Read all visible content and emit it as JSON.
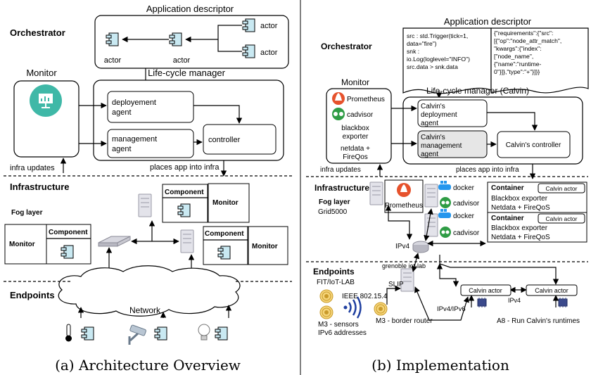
{
  "colors": {
    "component": "#c9e9f2",
    "monitor_circle": "#3fb8a7",
    "prometheus": "#e6522c",
    "cadvisor": "#2f9c45",
    "server": "#d7d7df",
    "chip": "#3b4a8c"
  },
  "icons": [
    "component-icon",
    "monitor-screen-icon",
    "server-icon",
    "switch-icon",
    "router-icon",
    "thermometer-icon",
    "security-camera-icon",
    "lightbulb-icon",
    "sensor-node-icon",
    "wireless-signal-icon",
    "prometheus-icon",
    "cadvisor-icon",
    "docker-icon",
    "chip-icon",
    "cloud-icon"
  ],
  "a": {
    "caption": "(a) Architecture Overview",
    "orchestrator": "Orchestrator",
    "app_descriptor": "Application descriptor",
    "actor": "actor",
    "monitor": "Monitor",
    "lifecycle": "Life-cycle manager",
    "deploy_l1": "deployement",
    "deploy_l2": "agent",
    "manage_l1": "management",
    "manage_l2": "agent",
    "controller": "controller",
    "infra_updates": "infra updates",
    "places": "places app into infra",
    "infrastructure": "Infrastructure",
    "fog_layer": "Fog layer",
    "component": "Component",
    "network": "Network",
    "endpoints": "Endpoints"
  },
  "b": {
    "caption": "(b) Implementation",
    "orchestrator": "Orchestrator",
    "app_descriptor": "Application descriptor",
    "code_left": [
      "src : std.Trigger(tick=1,",
      "data=\"fire\")",
      "snk :",
      "io.Log(loglevel=\"INFO\")",
      "src.data > snk.data"
    ],
    "code_right": [
      "{\"requirements\":{\"src\":",
      "[{\"op\":\"node_attr_match\",",
      "\"kwargs\":{\"index\":",
      "[\"node_name\",",
      "{\"name\":\"runtime-",
      "0\"}]},\"type\":\"+\"}]}}"
    ],
    "monitor": "Monitor",
    "prometheus": "Prometheus",
    "cadvisor": "cadvisor",
    "blackbox_l1": "blackbox",
    "blackbox_l2": "exporter",
    "netdata_l1": "netdata +",
    "netdata_l2": "FireQos",
    "lifecycle": "Life-cycle manager (Calvin)",
    "deploy": [
      "Calvin's",
      "deployment",
      "agent"
    ],
    "manage": [
      "Calvin's",
      "management",
      "agent"
    ],
    "controller": "Calvin's controller",
    "infra_updates": "infra updates",
    "places": "places app into infra",
    "infrastructure": "Infrastructure",
    "fog_layer": "Fog layer",
    "grid5000": "Grid5000",
    "docker": "docker",
    "container": "Container",
    "calvin_actor": "Calvin actor",
    "blackbox_exporter": "Blackbox exporter",
    "netdata_fireqos": "Netdata + FireQoS",
    "ipv4": "IPv4",
    "grenoble": "grenoble iot-lab",
    "endpoints": "Endpoints",
    "fit_iotlab": "FIT/IoT-LAB",
    "ieee": "IEEE 802.15.4",
    "slip": "SLIP",
    "ipv4_ipv6": "IPv4/IPv6",
    "m3_sensors_l1": "M3 - sensors",
    "m3_sensors_l2": "IPv6 addresses",
    "m3_border": "M3 - border router",
    "a8": "A8 - Run Calvin's runtimes"
  }
}
